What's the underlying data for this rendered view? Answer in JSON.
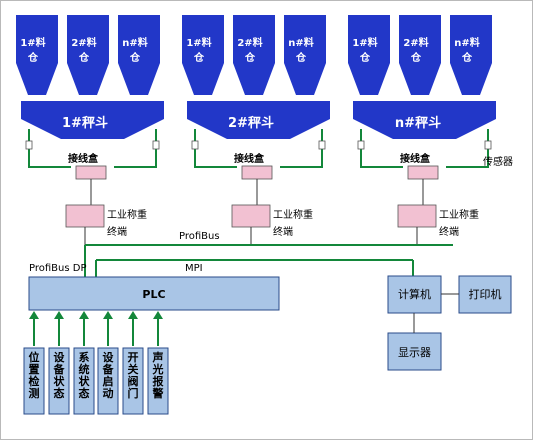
{
  "scales": [
    {
      "hopper_label": "1#秤斗",
      "silos": [
        "1#料仓",
        "2#料仓",
        "n#料仓"
      ],
      "junction_box": "接线盒",
      "terminal_line1": "工业称重",
      "terminal_line2": "终端"
    },
    {
      "hopper_label": "2#秤斗",
      "silos": [
        "1#料仓",
        "2#料仓",
        "n#料仓"
      ],
      "junction_box": "接线盒",
      "terminal_line1": "工业称重",
      "terminal_line2": "终端"
    },
    {
      "hopper_label": "n#秤斗",
      "silos": [
        "1#料仓",
        "2#料仓",
        "n#料仓"
      ],
      "junction_box": "接线盒",
      "terminal_line1": "工业称重",
      "terminal_line2": "终端"
    }
  ],
  "sensor_label": "传感器",
  "profibus_label": "ProfiBus",
  "profibus_dp_label": "ProfiBus  DP",
  "mpi_label": "MPI",
  "plc_label": "PLC",
  "computer_label": "计算机",
  "printer_label": "打印机",
  "display_label": "显示器",
  "inputs": [
    "位置检测",
    "设备状态",
    "系统状态",
    "设备启动",
    "开关阀门",
    "声光报警"
  ],
  "colors": {
    "silo": "#2237c8",
    "box": "#a9c5e6",
    "pink": "#f2c1d2",
    "bus": "#13873a"
  }
}
